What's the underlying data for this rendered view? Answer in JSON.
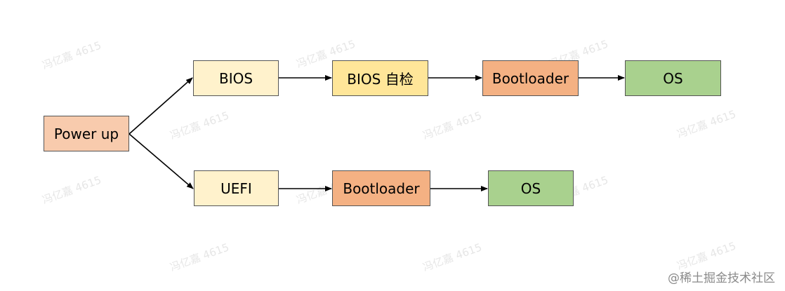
{
  "colors": {
    "power": "#f8cbad",
    "firmware": "#fff2cc",
    "selftest": "#ffe699",
    "bootloader": "#f4b183",
    "os": "#a9d18e",
    "border": "#555555",
    "arrow": "#000000"
  },
  "nodes": {
    "power_up": "Power up",
    "bios": "BIOS",
    "bios_selftest": "BIOS 自检",
    "bootloader_top": "Bootloader",
    "os_top": "OS",
    "uefi": "UEFI",
    "bootloader_bottom": "Bootloader",
    "os_bottom": "OS"
  },
  "watermark_text": "冯亿嘉 4615",
  "brand": "@稀土掘金技术社区"
}
